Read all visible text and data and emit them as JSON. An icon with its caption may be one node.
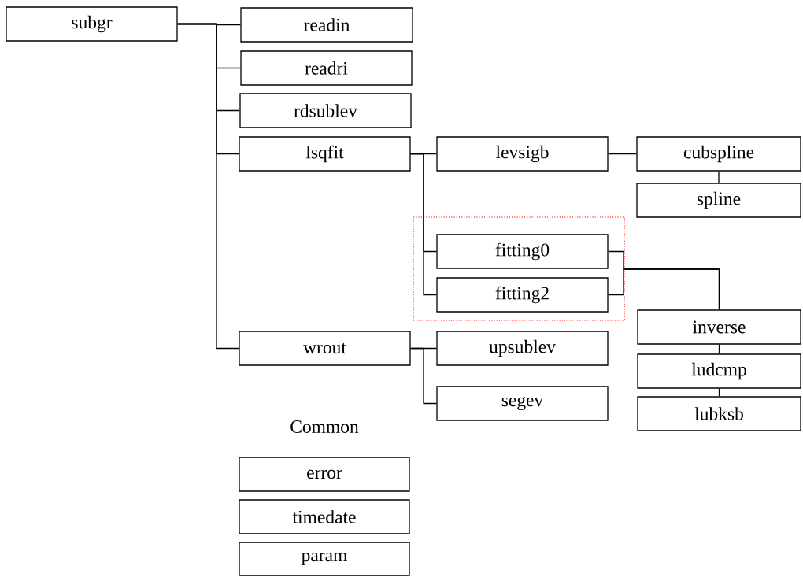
{
  "diagram": {
    "nodes": [
      {
        "text": [
          "subgr"
        ]
      },
      {
        "text": [
          "readin"
        ]
      },
      {
        "text": [
          "readri"
        ]
      },
      {
        "text": [
          "rdsublev"
        ]
      },
      {
        "text": [
          "lsqfit"
        ]
      },
      {
        "text": [
          "levsigb"
        ]
      },
      {
        "text": [
          "cubspline"
        ]
      },
      {
        "text": [
          "spline"
        ]
      },
      {
        "text": [],
        "shape": "box"
      },
      {
        "text": [
          "fitting0"
        ],
        "in": 8
      },
      {
        "text": [
          "fitting2"
        ],
        "in": 8
      },
      {
        "text": [
          "inverse"
        ]
      },
      {
        "text": [
          "wrout"
        ]
      },
      {
        "text": [
          "upsublev"
        ]
      },
      {
        "text": [
          "segev"
        ]
      },
      {
        "text": [
          "ludcmp"
        ]
      },
      {
        "text": [
          "lubksb"
        ]
      },
      {
        "text": [
          "error"
        ]
      },
      {
        "text": [
          "timedate"
        ]
      },
      {
        "text": [
          "param"
        ]
      }
    ],
    "edges": [
      {
        "from": 0,
        "to": 1,
        "arrow": "none"
      },
      {
        "from": 0,
        "to": 2,
        "arrow": "none"
      },
      {
        "from": 0,
        "to": 3,
        "arrow": "none"
      },
      {
        "from": 0,
        "to": 4,
        "arrow": "none"
      },
      {
        "from": 0,
        "to": 12,
        "arrow": "none"
      },
      {
        "from": 4,
        "to": 5,
        "arrow": "none"
      },
      {
        "from": 4,
        "to": 9,
        "arrow": "none"
      },
      {
        "from": 4,
        "to": 10,
        "arrow": "none"
      },
      {
        "from": 5,
        "to": 6,
        "arrow": "none"
      },
      {
        "from": 6,
        "to": 7,
        "arrow": "none"
      },
      {
        "from": 9,
        "to": 11,
        "arrow": "none"
      },
      {
        "from": 10,
        "to": 11,
        "arrow": "none"
      },
      {
        "from": 11,
        "to": 15,
        "arrow": "none"
      },
      {
        "from": 15,
        "to": 16,
        "arrow": "none"
      },
      {
        "from": 12,
        "to": 13,
        "arrow": "none"
      },
      {
        "from": 12,
        "to": 14,
        "arrow": "none"
      }
    ],
    "labels": [
      "Common"
    ]
  }
}
